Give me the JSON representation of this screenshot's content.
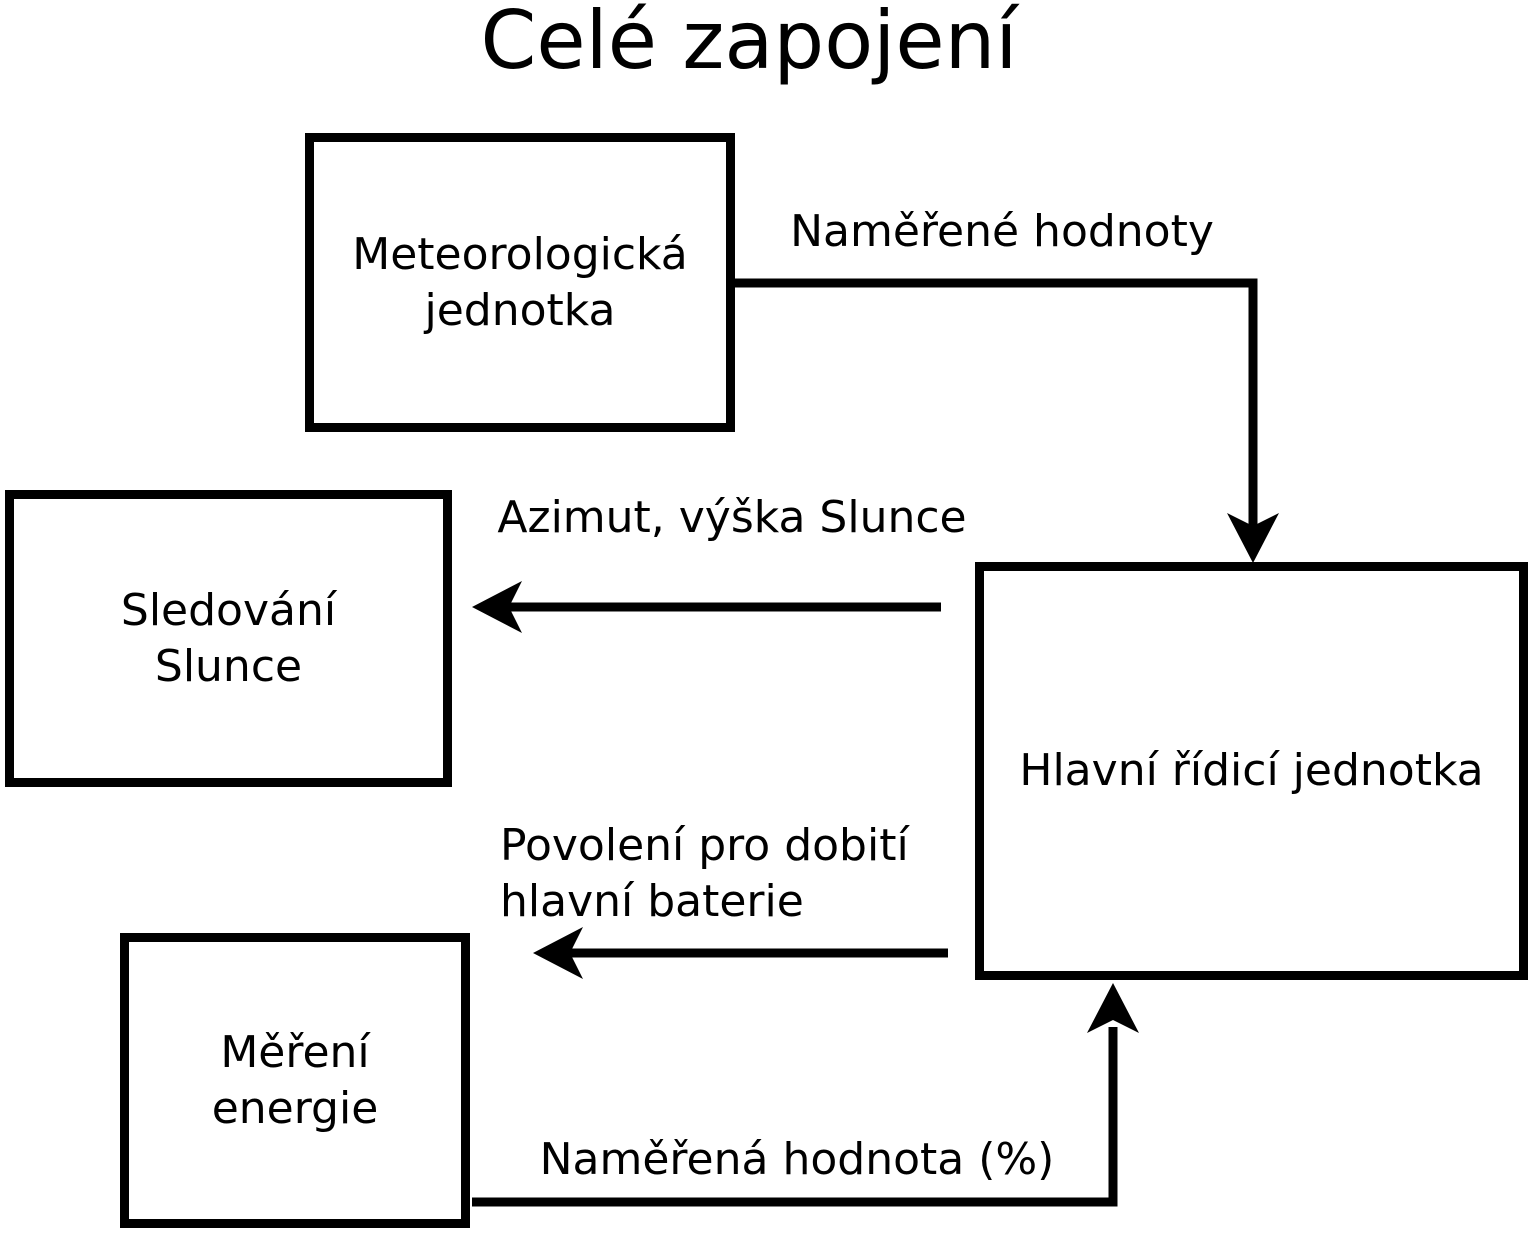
{
  "title": "Celé zapojení",
  "colors": {
    "foreground": "#000000",
    "background": "#ffffff"
  },
  "boxes": {
    "meteorological_unit": {
      "label": "Meteorologická\njednotka"
    },
    "sun_tracking": {
      "label": "Sledování\nSlunce"
    },
    "main_control_unit": {
      "label": "Hlavní řídicí jednotka"
    },
    "energy_measurement": {
      "label": "Měření\nenergie"
    }
  },
  "arrows": {
    "measured_values": {
      "label": "Naměřené hodnoty",
      "from": "meteorological_unit",
      "to": "main_control_unit"
    },
    "sun_position": {
      "label": "Azimut, výška Slunce",
      "from": "main_control_unit",
      "to": "sun_tracking"
    },
    "charge_permission": {
      "label": "Povolení pro dobití\nhlavní baterie",
      "from": "main_control_unit",
      "to": "energy_measurement"
    },
    "measured_percentage": {
      "label": "Naměřená hodnota (%)",
      "from": "energy_measurement",
      "to": "main_control_unit"
    }
  }
}
